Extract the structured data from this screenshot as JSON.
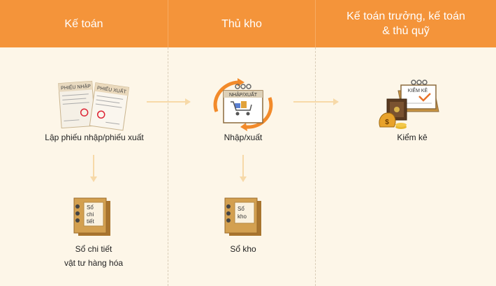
{
  "columns": [
    {
      "title": "Kế toán"
    },
    {
      "title": "Thủ kho"
    },
    {
      "title": "Kế toán trưởng, kế toán\n& thủ quỹ"
    }
  ],
  "steps": {
    "receipt_forms": {
      "label": "Lập phiếu nhập/phiếu xuất",
      "doc1_text": "PHIẾU NHẬP",
      "doc2_text": "PHIẾU XUẤT"
    },
    "stock_in_out": {
      "label": "Nhập/xuất",
      "sign_text": "NHẬP/XUẤT"
    },
    "inventory_check": {
      "label": "Kiểm kê",
      "sign_text": "KIỂM KÊ"
    },
    "detail_ledger": {
      "label": "Sổ chi tiết\nvật tư hàng hóa",
      "book_text": [
        "Sổ",
        "chi",
        "tiết"
      ]
    },
    "warehouse_book": {
      "label": "Sổ kho",
      "book_text": [
        "Sổ",
        "kho"
      ]
    }
  },
  "colors": {
    "header": "#f4943a",
    "background": "#fdf6e8",
    "arrow": "#f7d9a8",
    "book": "#c99545"
  }
}
